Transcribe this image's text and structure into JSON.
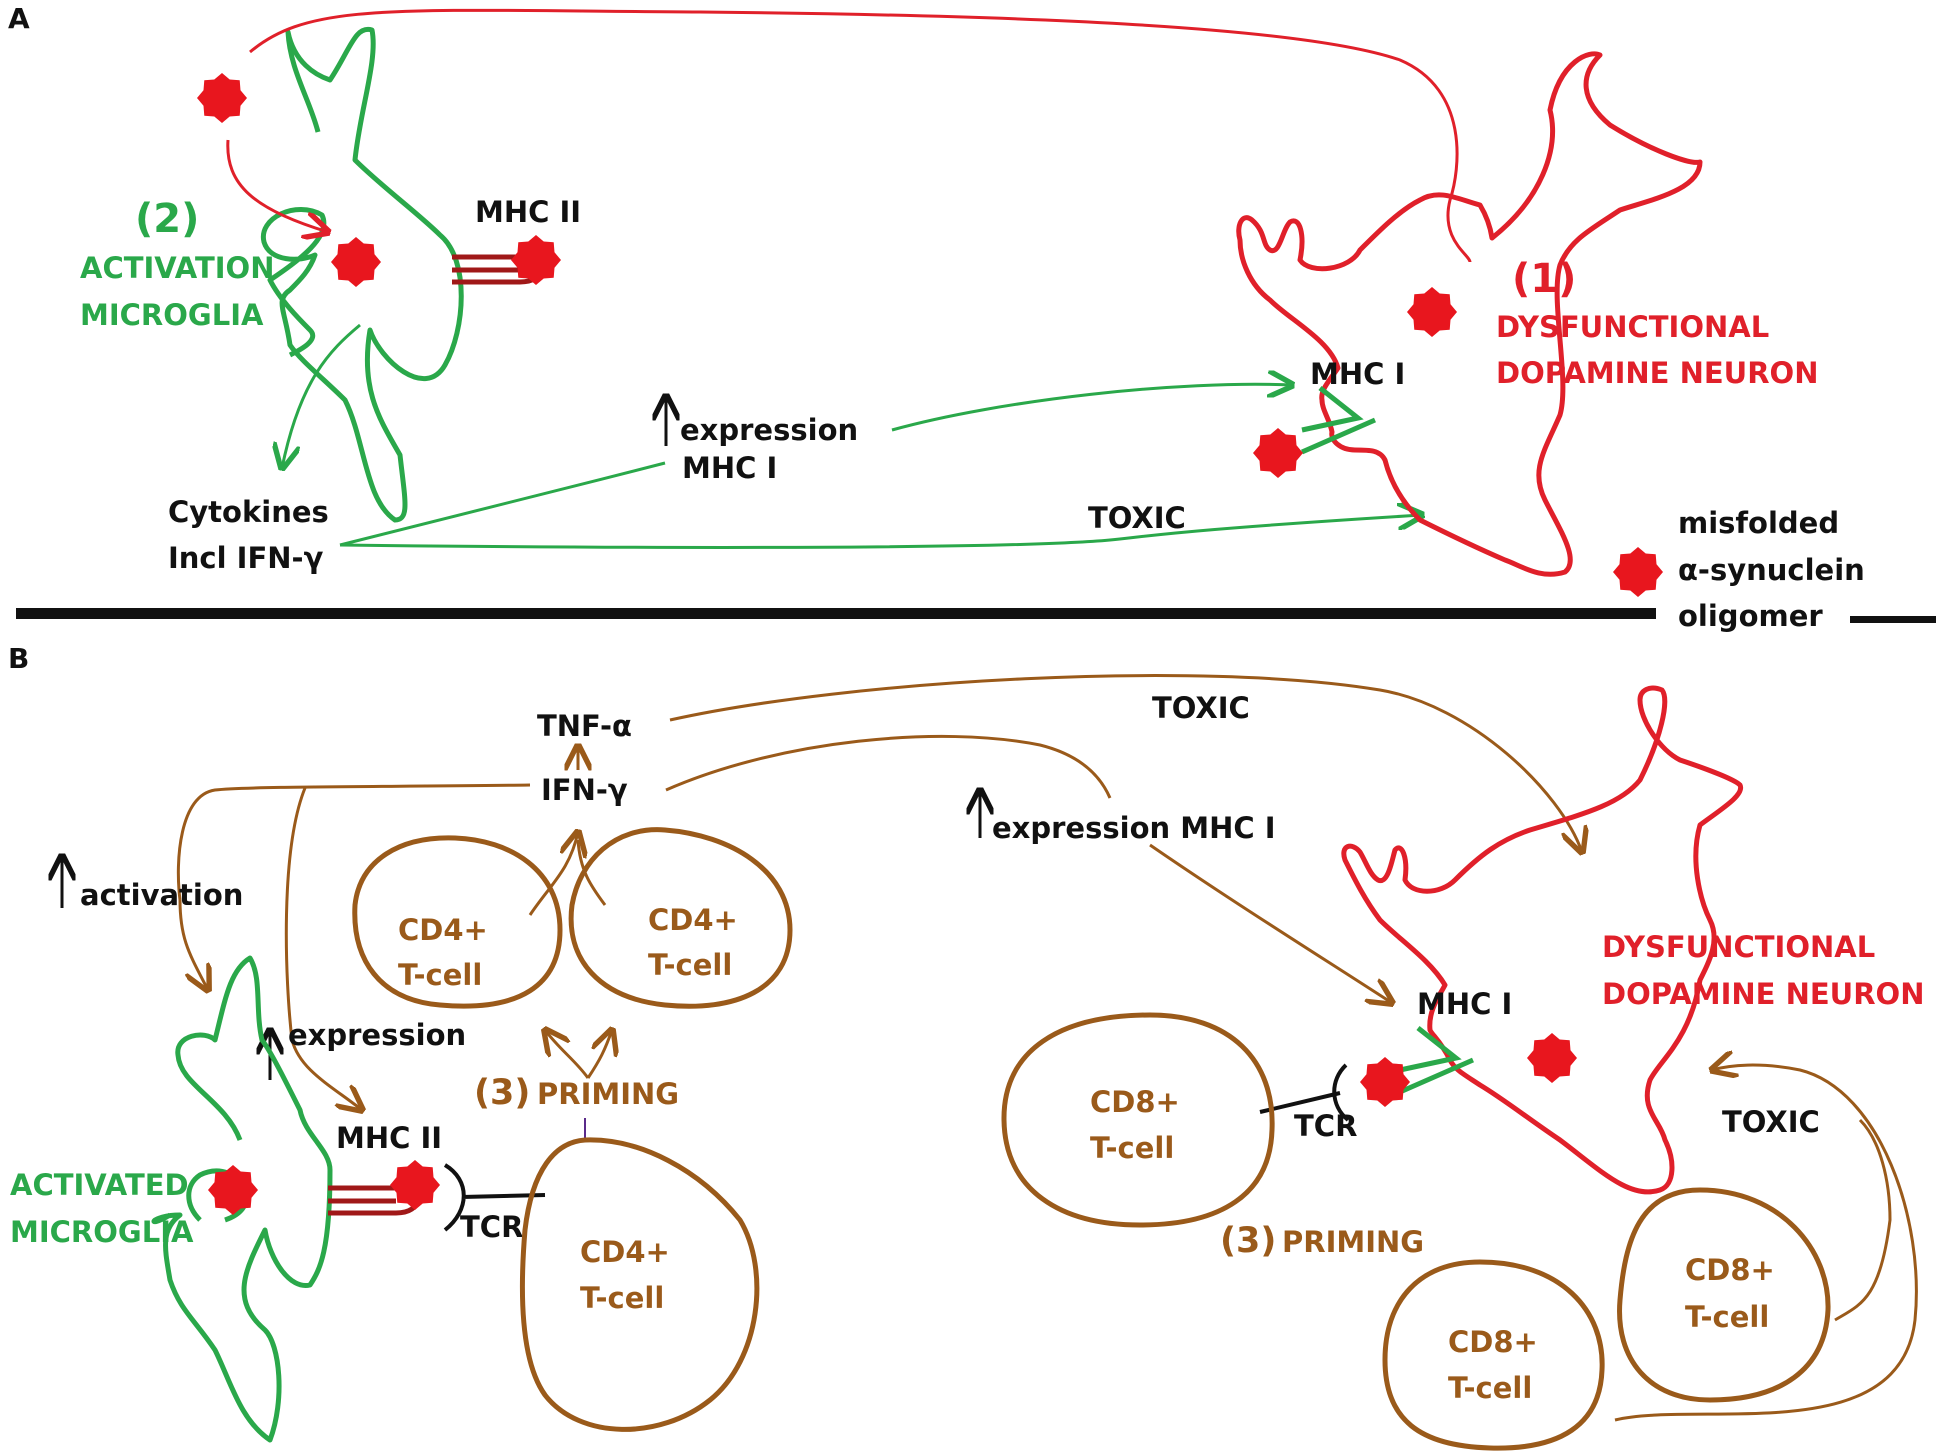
{
  "panel_a": {
    "label": "A",
    "step2_number": "(2)",
    "activation_line1": "ACTIVATION",
    "activation_line2": "MICROGLIA",
    "mhc2": "MHC II",
    "step1_number": "(1)",
    "neuron_line1": "DYSFUNCTIONAL",
    "neuron_line2": "DOPAMINE  NEURON",
    "mhc1": "MHC I",
    "expression": "expression",
    "expression_mhc1": "MHC I",
    "cytokines_line1": "Cytokines",
    "cytokines_line2": "Incl IFN-γ",
    "toxic": "TOXIC",
    "legend_line1": "misfolded",
    "legend_line2": "α-synuclein",
    "legend_line3": "oligomer"
  },
  "panel_b": {
    "label": "B",
    "tnf": "TNF-α",
    "ifn": "IFN-γ",
    "toxic_top": "TOXIC",
    "expression_mhc1": "expression MHC I",
    "activation": "activation",
    "cd4_a_line1": "CD4+",
    "cd4_a_line2": "T-cell",
    "cd4_b_line1": "CD4+",
    "cd4_b_line2": "T-cell",
    "expression": "expression",
    "priming_left": "PRIMING",
    "priming_left_number": "(3)",
    "mhc2": "MHC II",
    "activated_line1": "ACTIVATED",
    "activated_line2": "MICROGLIA",
    "tcr_left": "TCR",
    "cd4_c_line1": "CD4+",
    "cd4_c_line2": "T-cell",
    "neuron_line1": "DYSFUNCTIONAL",
    "neuron_line2": "DOPAMINE  NEURON",
    "mhc1": "MHC I",
    "cd8_a_line1": "CD8+",
    "cd8_a_line2": "T-cell",
    "tcr_right": "TCR",
    "priming_right_number": "(3)",
    "priming_right": "PRIMING",
    "toxic_right": "TOXIC",
    "cd8_b_line1": "CD8+",
    "cd8_b_line2": "T-cell",
    "cd8_c_line1": "CD8+",
    "cd8_c_line2": "T-cell"
  },
  "colors": {
    "green": "#2aa84a",
    "red": "#e0202a",
    "brown": "#9a5a1a",
    "dark_red": "#a01818",
    "black": "#111111"
  }
}
